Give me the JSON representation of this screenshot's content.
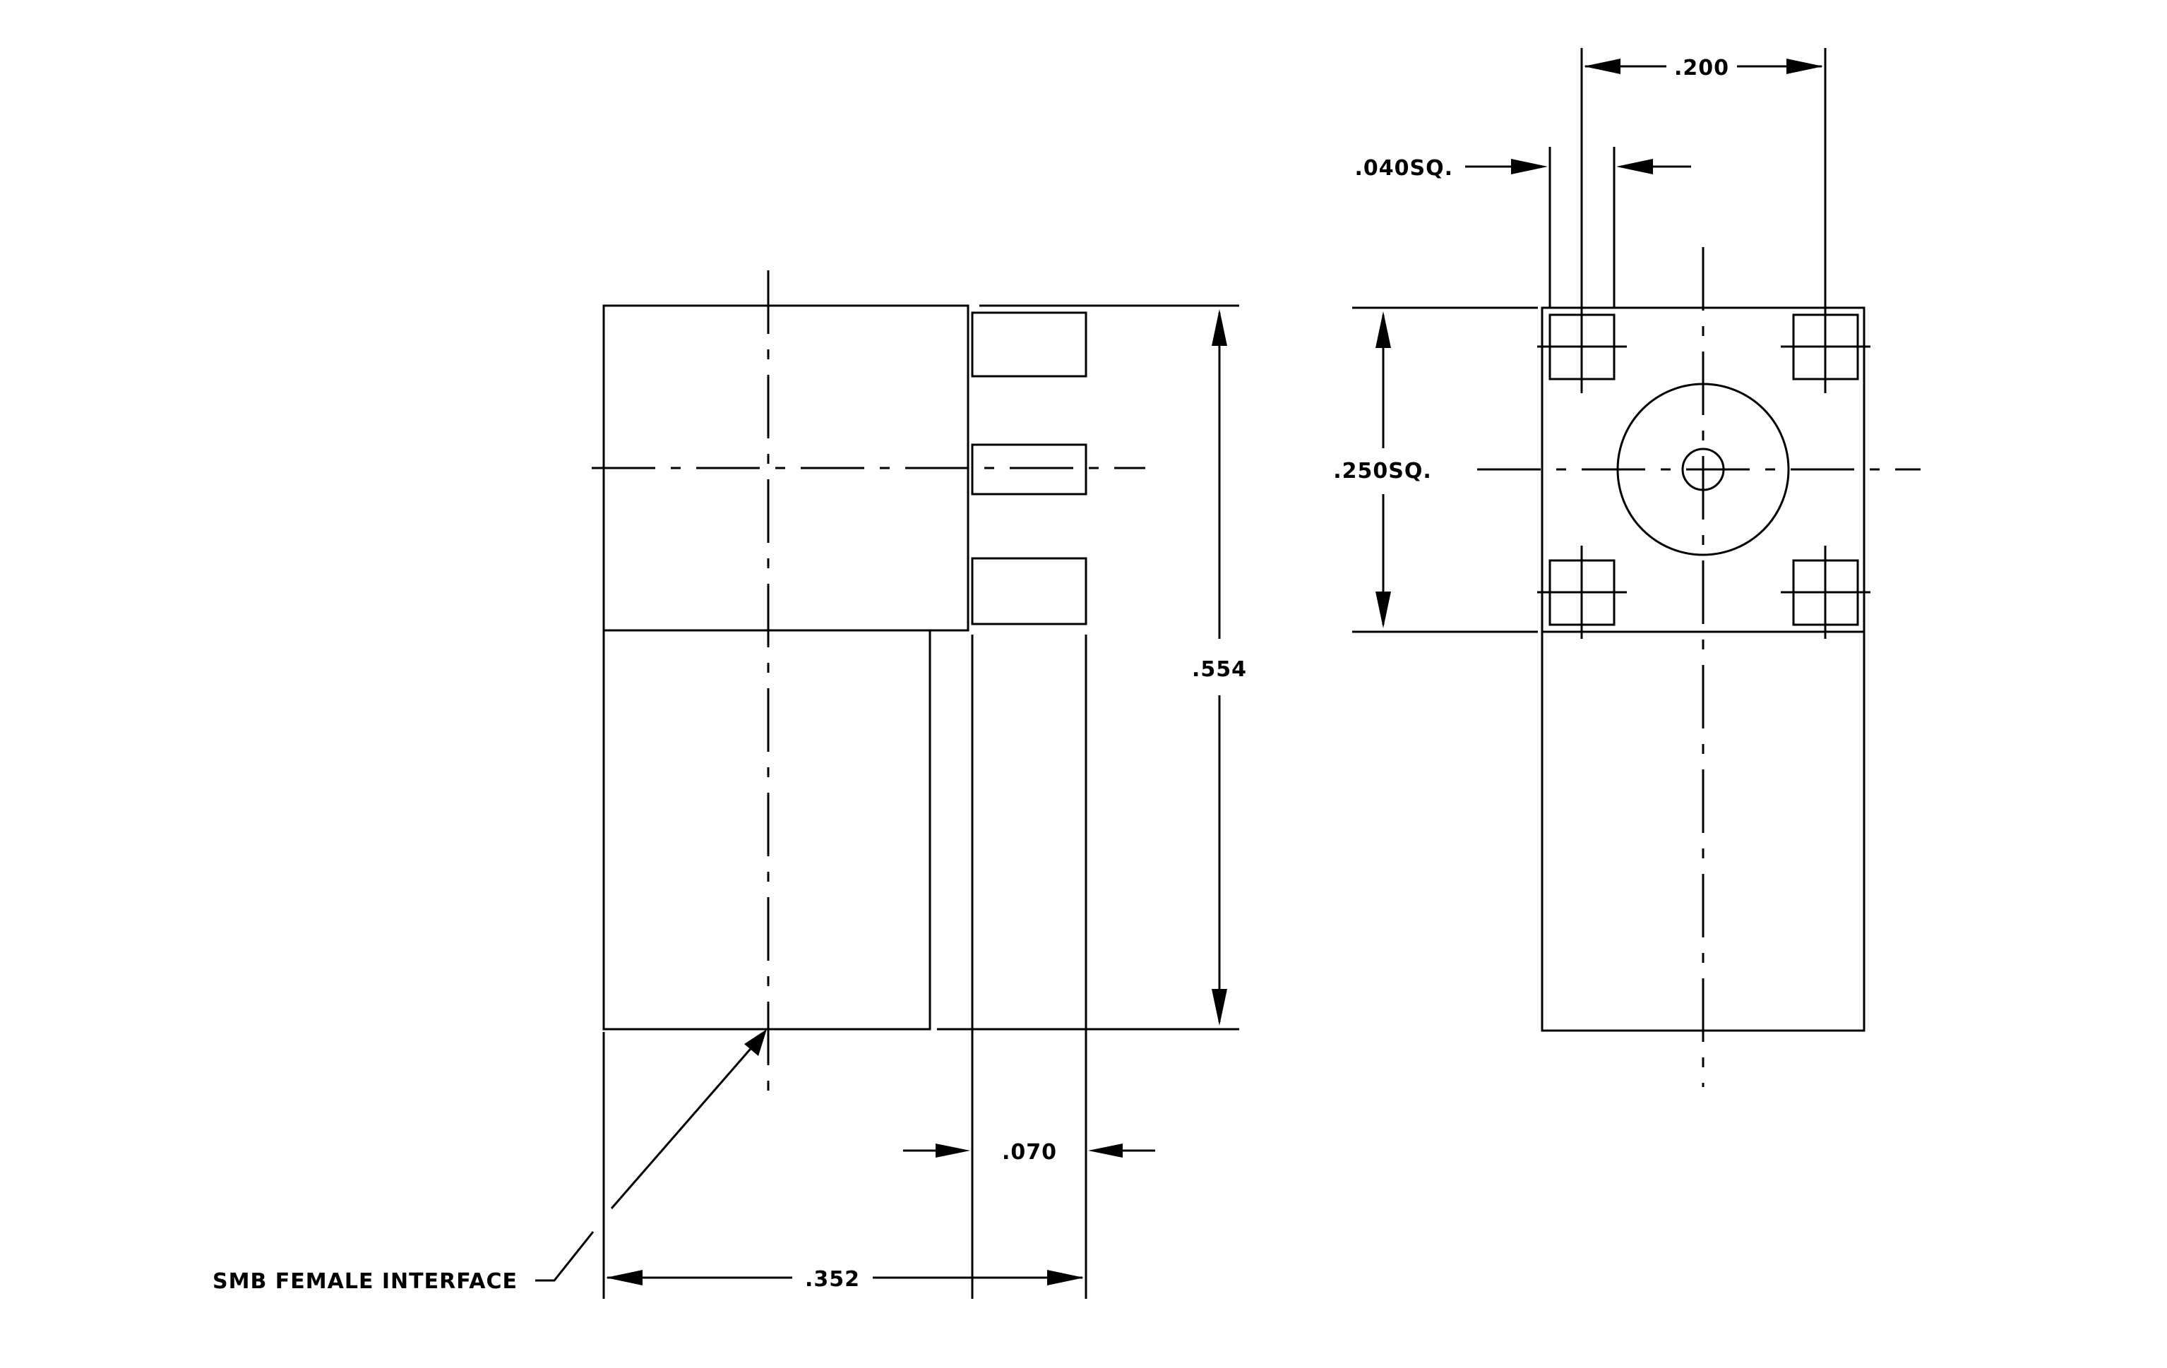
{
  "dimensions": {
    "height_total": ".554",
    "width_total": ".352",
    "pin_length": ".070",
    "pin_spacing": ".200",
    "pin_square": ".040SQ.",
    "flange_square": ".250SQ."
  },
  "callouts": {
    "interface": "SMB FEMALE INTERFACE"
  }
}
